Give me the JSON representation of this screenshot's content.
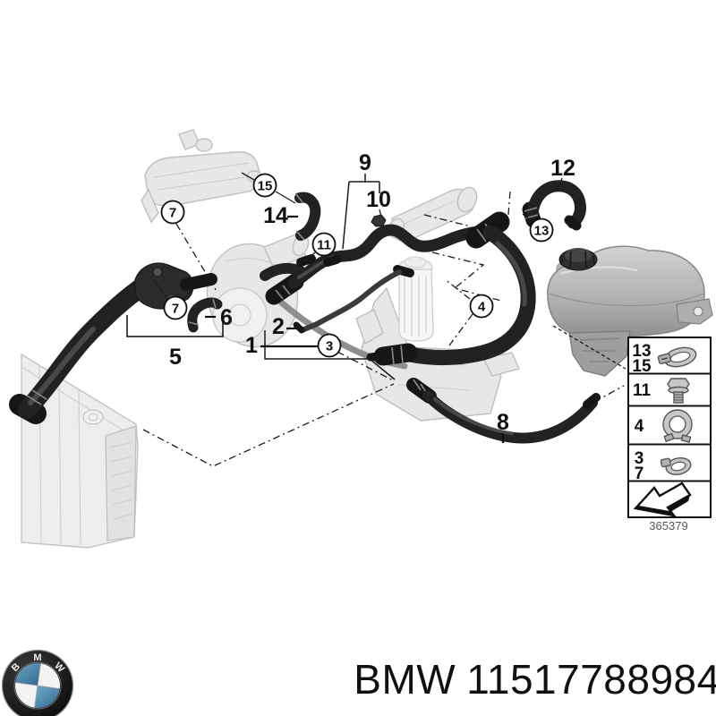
{
  "diagram": {
    "callouts": {
      "plain": {
        "c1": "1",
        "c2": "2",
        "c5": "5",
        "c6": "6",
        "c8": "8",
        "c9": "9",
        "c10": "10",
        "c12": "12",
        "c14": "14"
      },
      "circled": {
        "r3": "3",
        "r4": "4",
        "r7a": "7",
        "r7b": "7",
        "r11": "11",
        "r13": "13",
        "r15": "15"
      }
    },
    "legend": {
      "row1_top": "13",
      "row1_bottom": "15",
      "row2": "11",
      "row3": "4",
      "row4_top": "3",
      "row4_bottom": "7",
      "figure_number": "365379",
      "icons": [
        "worm-drive-hose-clamp",
        "hex-bolt",
        "profile-clamp",
        "spring-band-clamp",
        "installation-direction-arrow"
      ]
    }
  },
  "footer": {
    "brand": "BMW",
    "part_number": "11517788984",
    "logo": {
      "letters": {
        "b": "B",
        "m": "M",
        "w": "W"
      }
    }
  },
  "colors": {
    "background": "#ffffff",
    "hose_black": "#222222",
    "ghost_gray": "#e7e7e7",
    "tank_gray": "#b5b5b5",
    "logo_blue": "#4e8fb4",
    "logo_ring": "#141414",
    "text_black": "#111111",
    "figure_number_gray": "#555555"
  }
}
